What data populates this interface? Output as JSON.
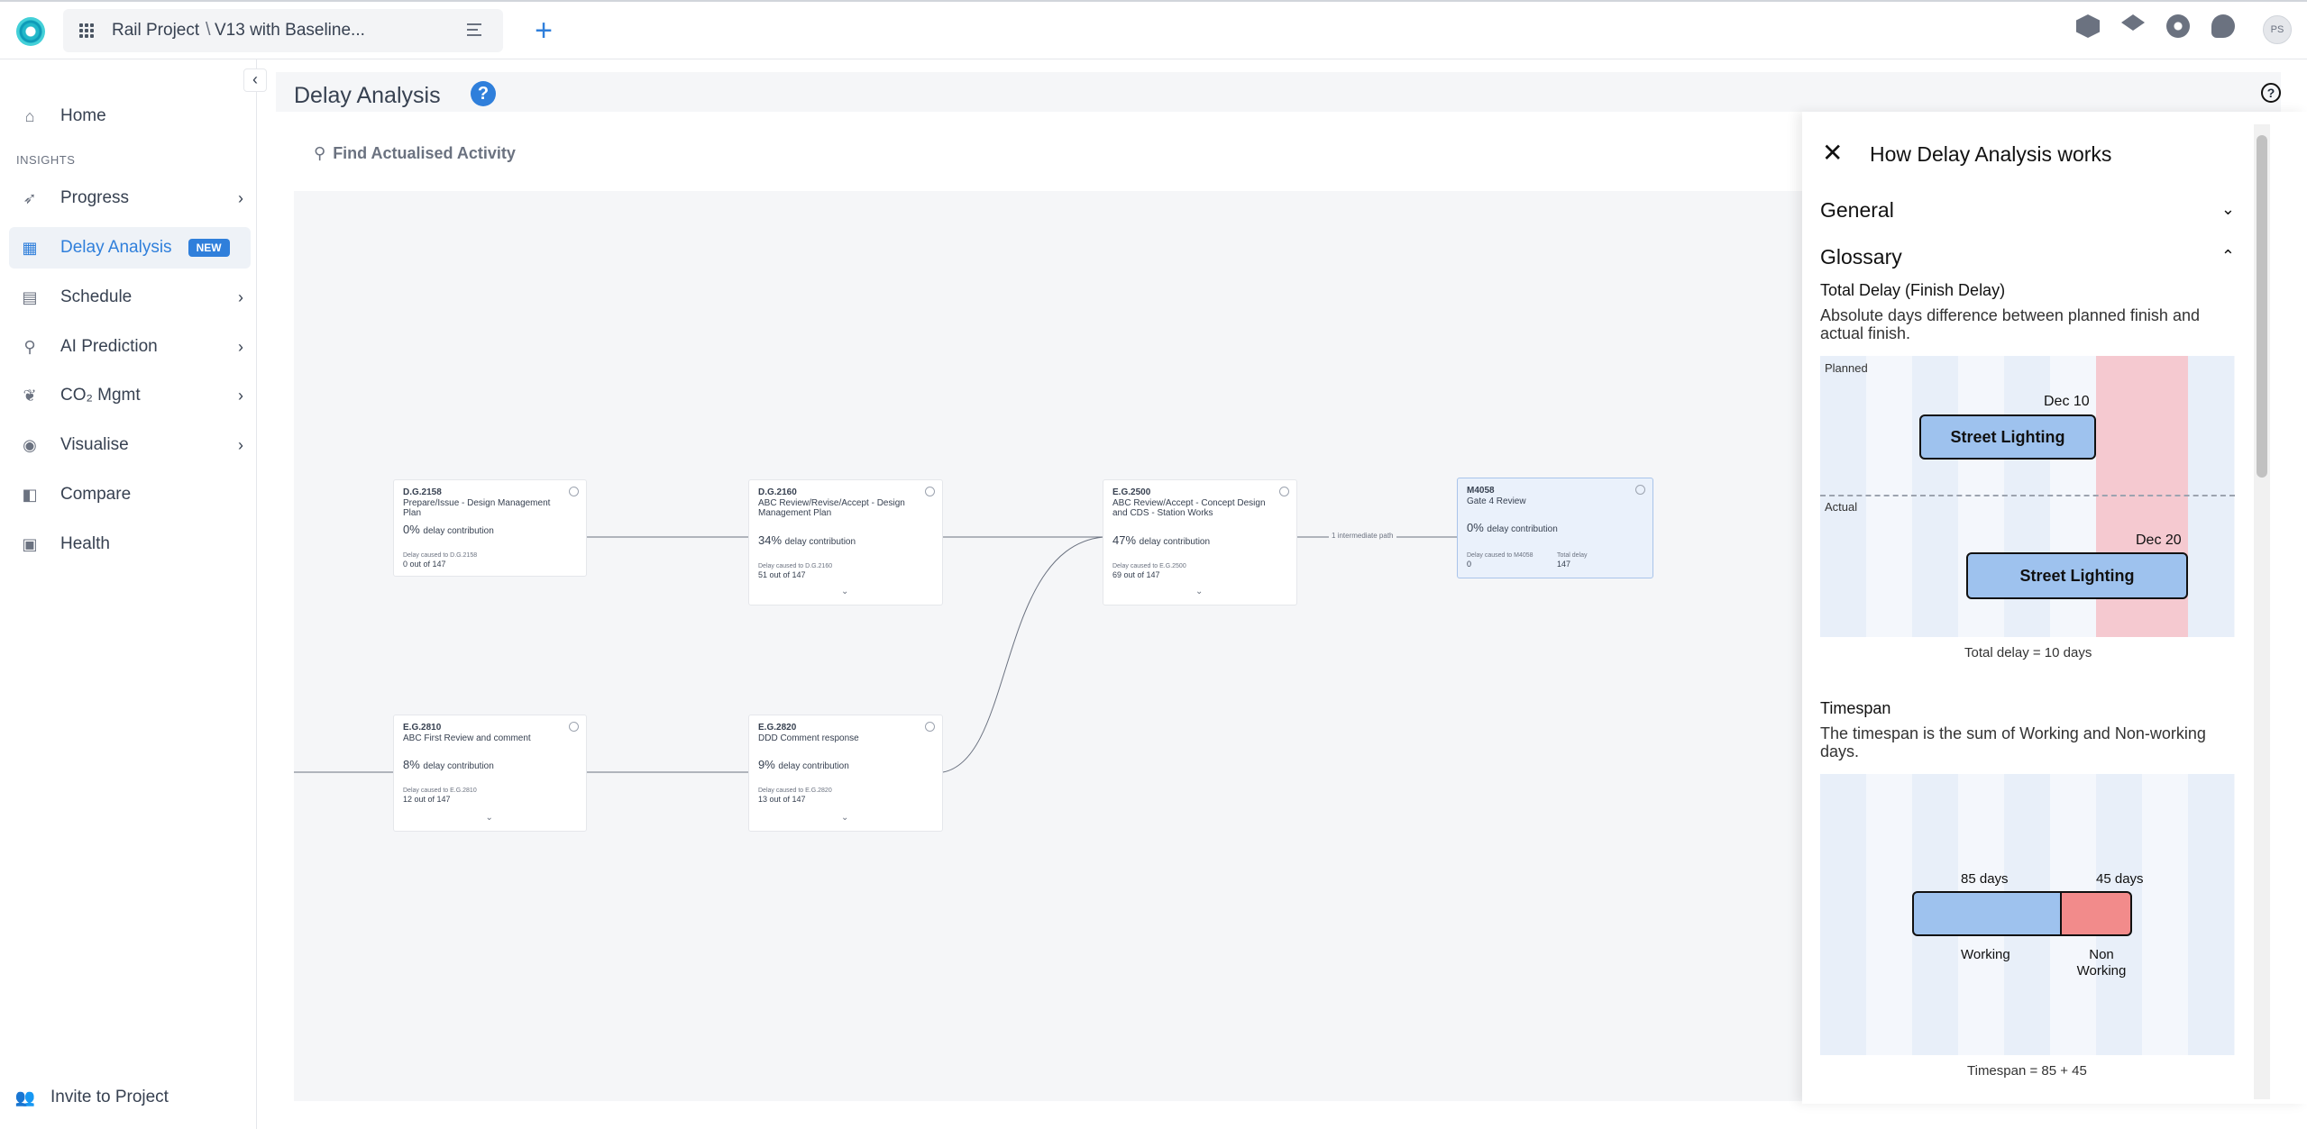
{
  "topbar": {
    "project": "Rail Project",
    "separator": "\\",
    "version": "V13 with Baseline...",
    "add_label": "+",
    "avatar_initials": "PS",
    "icons": [
      "cube-icon",
      "layers-icon",
      "gear-icon",
      "chat-icon"
    ]
  },
  "sidebar": {
    "home": "Home",
    "section": "INSIGHTS",
    "items": [
      {
        "label": "Progress",
        "icon": "rocket-icon"
      },
      {
        "label": "Delay Analysis",
        "icon": "calendar-icon",
        "badge": "NEW"
      },
      {
        "label": "Schedule",
        "icon": "schedule-icon"
      },
      {
        "label": "AI Prediction",
        "icon": "telescope-icon"
      },
      {
        "label": "CO₂ Mgmt",
        "icon": "leaf-icon"
      },
      {
        "label": "Visualise",
        "icon": "eye-icon"
      },
      {
        "label": "Compare",
        "icon": "compare-icon"
      },
      {
        "label": "Health",
        "icon": "health-icon"
      }
    ],
    "invite": "Invite to Project"
  },
  "main": {
    "title": "Delay Analysis",
    "help": "?",
    "search_placeholder": "Find Actualised Activity",
    "path_label": "1 intermediate path"
  },
  "cards": [
    {
      "code": "D.G.2158",
      "desc": "Prepare/Issue - Design Management Plan",
      "pct": "0%",
      "pct_label": "delay contribution",
      "cap": "Delay caused to D.G.2158",
      "val": "0 out of 147"
    },
    {
      "code": "D.G.2160",
      "desc": "ABC Review/Revise/Accept - Design Management Plan",
      "pct": "34%",
      "pct_label": "delay contribution",
      "cap": "Delay caused to D.G.2160",
      "val": "51 out of 147"
    },
    {
      "code": "E.G.2500",
      "desc": "ABC Review/Accept - Concept Design and CDS - Station Works",
      "pct": "47%",
      "pct_label": "delay contribution",
      "cap": "Delay caused to E.G.2500",
      "val": "69 out of 147"
    },
    {
      "code": "M4058",
      "desc": "Gate 4 Review",
      "pct": "0%",
      "pct_label": "delay contribution",
      "cap": "Delay caused to M4058",
      "val": "0",
      "cap2": "Total delay",
      "val2": "147"
    },
    {
      "code": "E.G.2810",
      "desc": "ABC First Review and comment",
      "pct": "8%",
      "pct_label": "delay contribution",
      "cap": "Delay caused to E.G.2810",
      "val": "12 out of 147"
    },
    {
      "code": "E.G.2820",
      "desc": "DDD Comment response",
      "pct": "9%",
      "pct_label": "delay contribution",
      "cap": "Delay caused to E.G.2820",
      "val": "13 out of 147"
    }
  ],
  "panel": {
    "title": "How Delay Analysis works",
    "general": "General",
    "glossary": "Glossary",
    "total_delay_heading": "Total Delay (Finish Delay)",
    "total_delay_text": "Absolute days difference between planned finish and actual finish.",
    "planned_label": "Planned",
    "actual_label": "Actual",
    "planned_date": "Dec 10",
    "actual_date": "Dec 20",
    "bar_label": "Street Lighting",
    "total_caption": "Total delay = 10 days",
    "timespan_heading": "Timespan",
    "timespan_text": "The timespan is the sum of Working and Non-working days.",
    "working_days": "85 days",
    "nonworking_days": "45 days",
    "working_label": "Working",
    "nonworking_label": "Non Working",
    "timespan_caption": "Timespan = 85 + 45"
  },
  "colors": {
    "accent": "#2f7fdb",
    "bar_blue": "#9ec2ee",
    "bar_red": "#f28b8b",
    "delay_zone": "#f5c9d0"
  }
}
